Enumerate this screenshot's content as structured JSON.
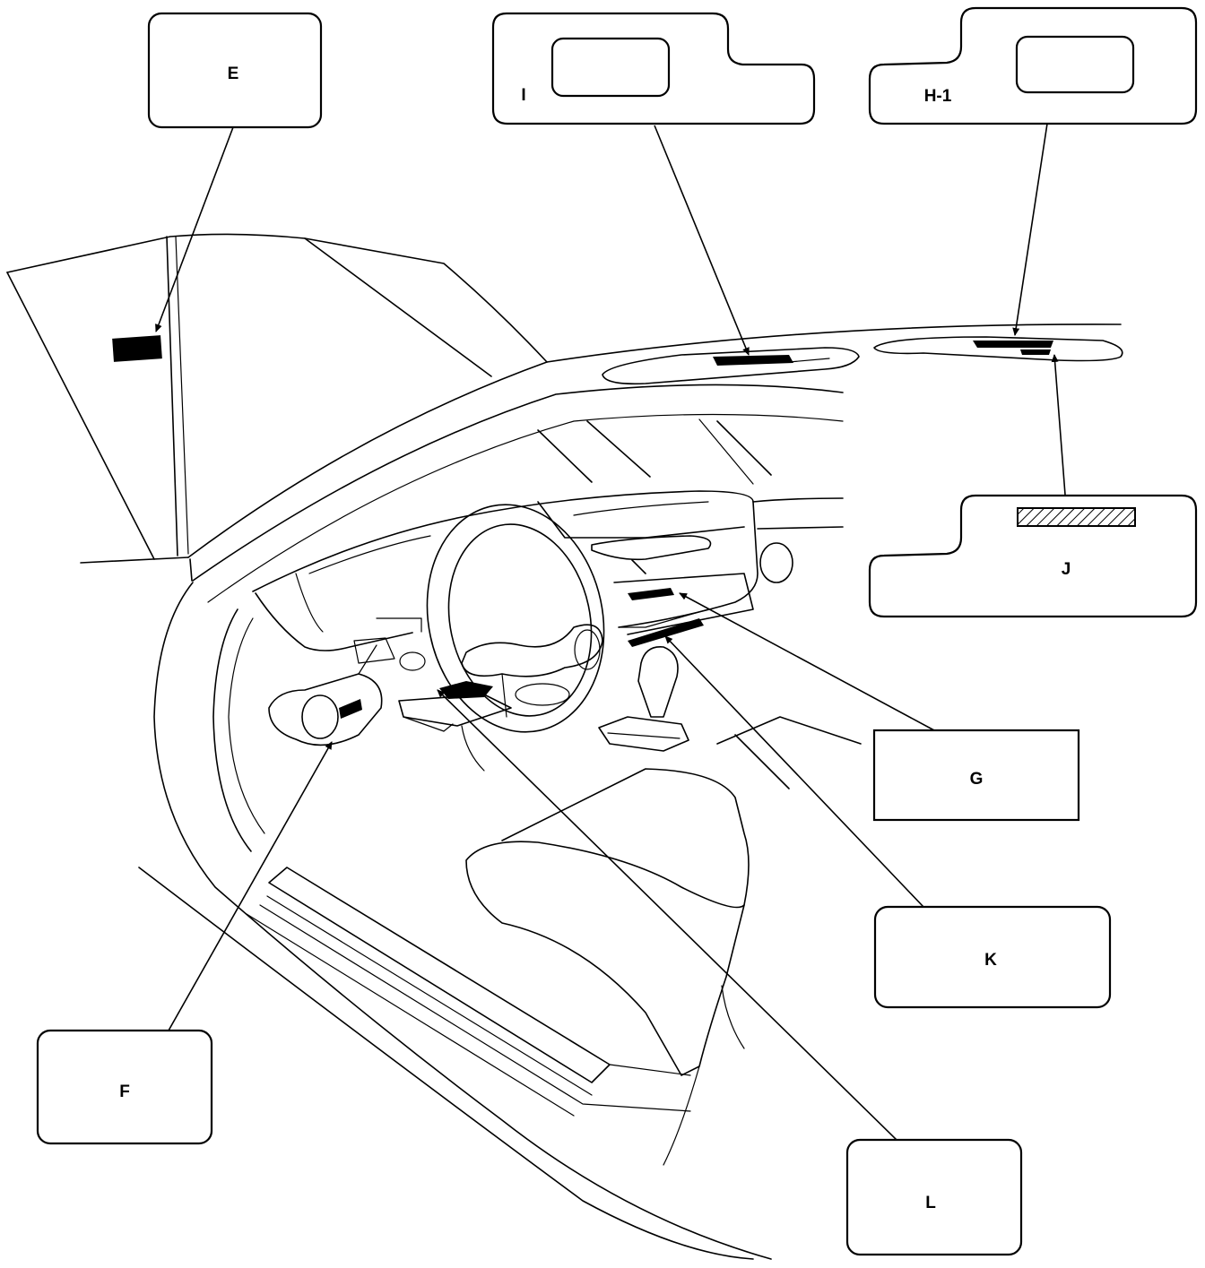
{
  "labels": {
    "E": "E",
    "I": "I",
    "H1": "H-1",
    "J": "J",
    "G": "G",
    "K": "K",
    "F": "F",
    "L": "L"
  },
  "colors": {
    "line": "#000000",
    "background": "#ffffff"
  }
}
